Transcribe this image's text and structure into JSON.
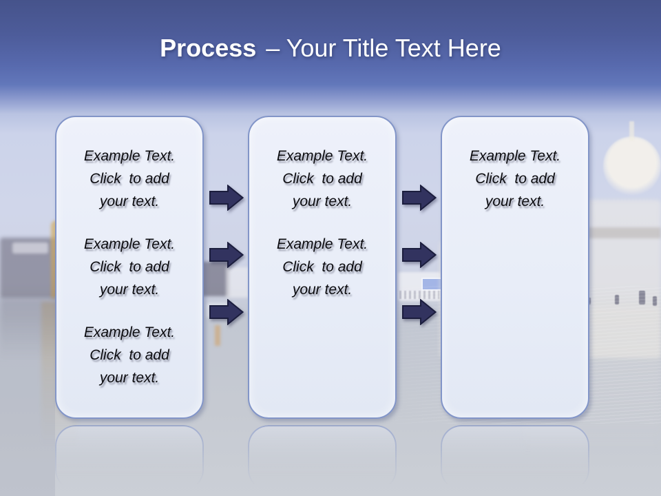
{
  "title": {
    "keyword": "Process",
    "rest": "– Your Title Text Here"
  },
  "boxes": [
    {
      "paragraphs": [
        "Example Text.\nClick  to add\nyour text.",
        "Example Text.\nClick  to add\nyour text.",
        "Example Text.\nClick  to add\nyour text."
      ]
    },
    {
      "paragraphs": [
        "Example Text.\nClick  to add\nyour text.",
        "Example Text.\nClick  to add\nyour text."
      ]
    },
    {
      "paragraphs": [
        "Example Text.\nClick  to add\nyour text."
      ]
    }
  ],
  "arrows": {
    "direction": "right",
    "groups": [
      {
        "between": "box-1-and-box-2",
        "count": 3
      },
      {
        "between": "box-2-and-box-3",
        "count": 3
      }
    ]
  },
  "colors": {
    "background_top": "#46538b",
    "background_light": "#ccd3ea",
    "background_bottom": "#cbcfd6",
    "title_text": "#ffffff",
    "box_fill": "#e9eef8",
    "box_border": "#8295c8",
    "arrow_fill": "#32335f",
    "arrow_outline": "#1b1d3d",
    "body_text": "#0b0b0f"
  }
}
